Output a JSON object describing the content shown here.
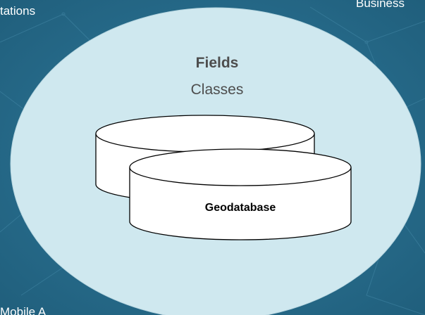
{
  "labels": {
    "top_left": "tations",
    "top_right": "Business",
    "bottom_left": "Mobile A"
  },
  "ellipse": {
    "title": "Fields",
    "subtitle": "Classes"
  },
  "cylinders": {
    "back_label": "",
    "front_label": "Geodatabase"
  },
  "colors": {
    "background": "#2a6f8f",
    "ellipse_fill": "#cfe8ef",
    "title_text": "#4d4d4d",
    "cylinder_fill": "#ffffff",
    "cylinder_stroke": "#000000",
    "label_text": "#ffffff"
  }
}
